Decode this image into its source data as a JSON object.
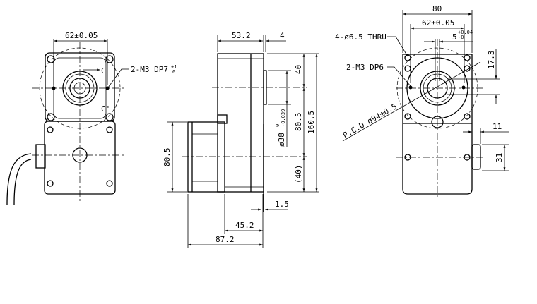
{
  "front_view": {
    "dim_hole_pitch": "62±0.05",
    "tapped_hole_label": "2-M3 DP7",
    "tapped_hole_tol_upper": "+1",
    "tapped_hole_tol_lower": "0",
    "section_mark_top": "C",
    "section_mark_bottom": "C'"
  },
  "side_view": {
    "dim_gear_length": "53.2",
    "dim_flange": "4",
    "dim_top": "40",
    "dim_shaft_dia": "ø38",
    "dim_shaft_tol_upper": "0",
    "dim_shaft_tol_lower": "-0.039",
    "dim_center_distance": "80.5",
    "dim_total_height": "160.5",
    "dim_bottom": "(40)",
    "dim_motor_height": "80.5",
    "dim_offset": "1.5",
    "dim_motor_length": "45.2",
    "dim_total_length": "87.2"
  },
  "rear_view": {
    "dim_width": "80",
    "dim_hole_pitch": "62±0.05",
    "dim_key": "5",
    "dim_key_tol_upper": "+0.04",
    "dim_key_tol_lower": "-0",
    "thru_hole_label": "4-ø6.5 THRU",
    "tapped_hole_label": "2-M3 DP6",
    "pcd_label": "P.C.D ø94±0.5",
    "dim_key_height": "17.3",
    "dim_connector_depth": "11",
    "dim_connector_height": "31"
  }
}
